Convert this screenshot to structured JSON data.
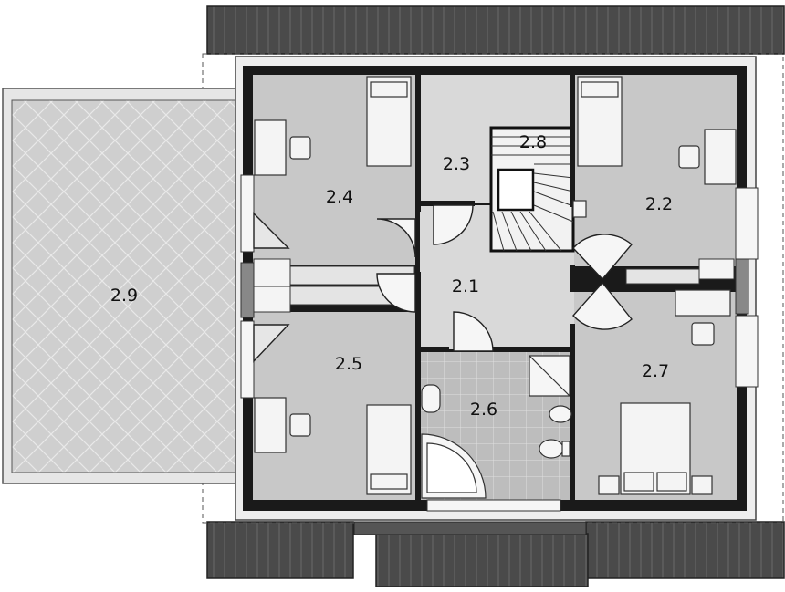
{
  "rooms": {
    "r21": "2.1",
    "r22": "2.2",
    "r23": "2.3",
    "r24": "2.4",
    "r25": "2.5",
    "r26": "2.6",
    "r27": "2.7",
    "r28": "2.8",
    "r29": "2.9"
  },
  "colors": {
    "roof": "#4a4a4a",
    "wall": "#1a1a1a",
    "room": "#c8c8c8",
    "hall": "#d9d9d9",
    "terrace": "#cfcfcf",
    "tile": "#bdbdbd",
    "furniture": "#f4f4f4"
  }
}
